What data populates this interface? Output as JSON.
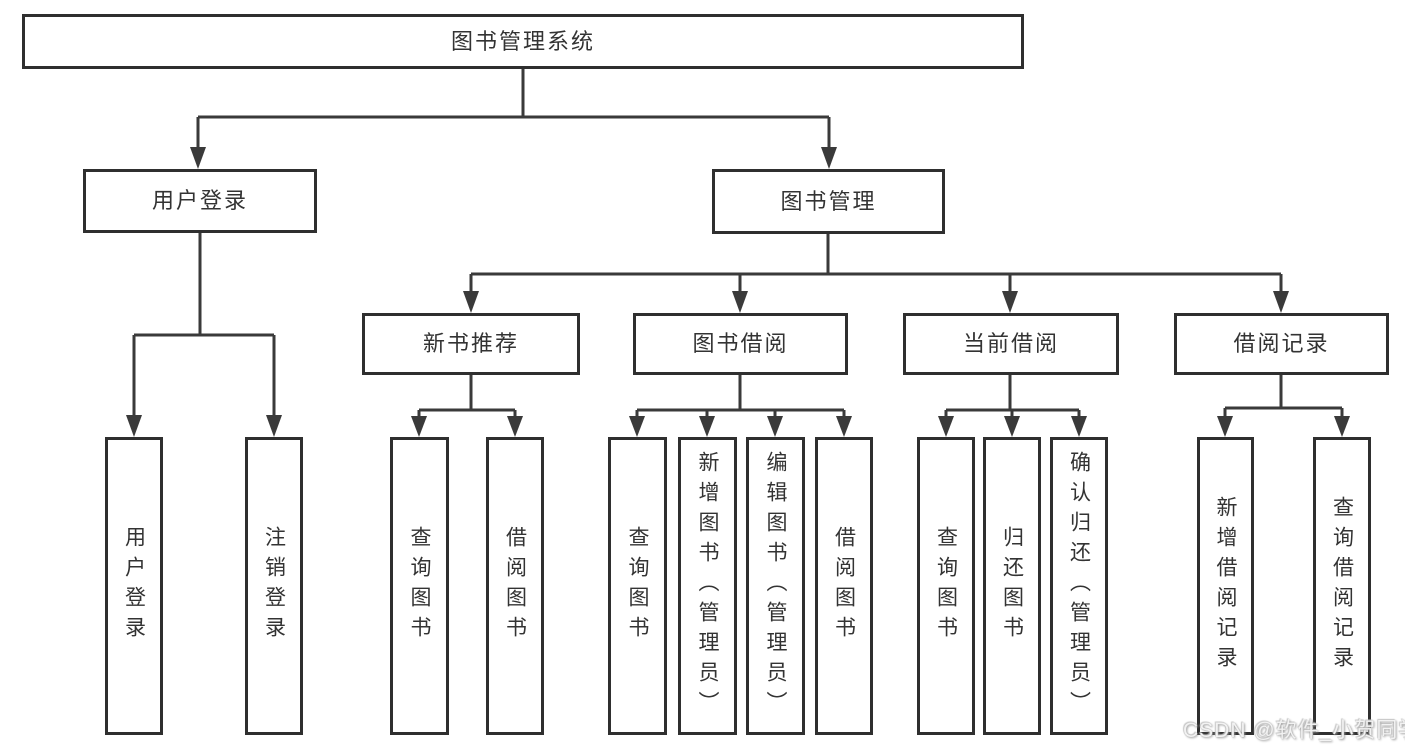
{
  "diagram_type": "hierarchical-tree",
  "tree": {
    "label": "图书管理系统",
    "children": [
      {
        "label": "用户登录",
        "children": [
          {
            "label": "用户登录"
          },
          {
            "label": "注销登录"
          }
        ]
      },
      {
        "label": "图书管理",
        "children": [
          {
            "label": "新书推荐",
            "children": [
              {
                "label": "查询图书"
              },
              {
                "label": "借阅图书"
              }
            ]
          },
          {
            "label": "图书借阅",
            "children": [
              {
                "label": "查询图书"
              },
              {
                "label": "新增图书（管理员）"
              },
              {
                "label": "编辑图书（管理员）"
              },
              {
                "label": "借阅图书"
              }
            ]
          },
          {
            "label": "当前借阅",
            "children": [
              {
                "label": "查询图书"
              },
              {
                "label": "归还图书"
              },
              {
                "label": "确认归还（管理员）"
              }
            ]
          },
          {
            "label": "借阅记录",
            "children": [
              {
                "label": "新增借阅记录"
              },
              {
                "label": "查询借阅记录"
              }
            ]
          }
        ]
      }
    ]
  },
  "watermark": {
    "text": "CSDN @软件_小贺同学"
  },
  "colors": {
    "background": "#ffffff",
    "box_border": "#2f2f2f",
    "line": "#3a3a3a",
    "text": "#333333",
    "watermark_text": "#f2f2f2"
  }
}
